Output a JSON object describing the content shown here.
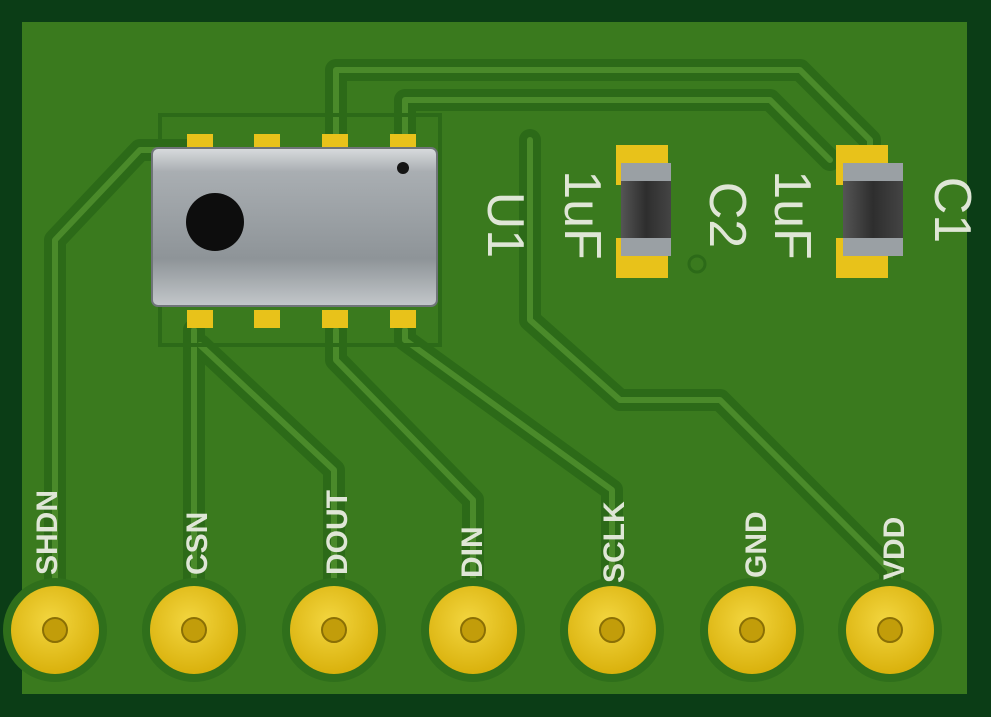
{
  "board": {
    "colors": {
      "edge": "#0b3d16",
      "copper_fill": "#2f6f1b",
      "mask": "#3a7a1e",
      "trace": "#3d7d22",
      "gold": "#e8c21a",
      "silk": "#dfe6d6"
    }
  },
  "chip": {
    "designator": "U1",
    "body_color": "#9aa0a4",
    "hole_icon": "circle"
  },
  "capacitors": [
    {
      "designator": "C2",
      "value": "1uF"
    },
    {
      "designator": "C1",
      "value": "1uF"
    }
  ],
  "pins": [
    {
      "label": "SHDN"
    },
    {
      "label": "CSN"
    },
    {
      "label": "DOUT"
    },
    {
      "label": "DIN"
    },
    {
      "label": "SCLK"
    },
    {
      "label": "GND"
    },
    {
      "label": "VDD"
    }
  ]
}
